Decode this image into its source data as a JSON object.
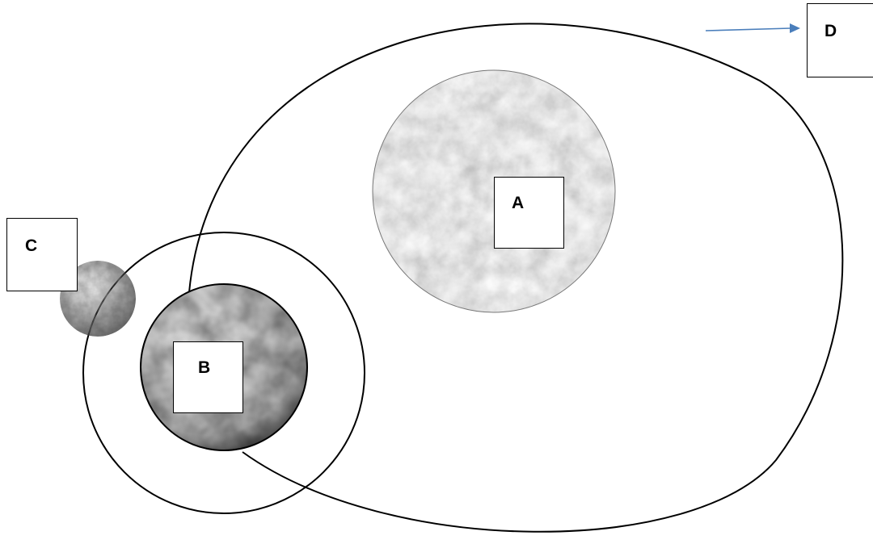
{
  "labels": {
    "a": "A",
    "b": "B",
    "c": "C",
    "d": "D"
  },
  "colors": {
    "line": "#000000",
    "arrow": "#4a7ebb",
    "background": "#ffffff"
  }
}
